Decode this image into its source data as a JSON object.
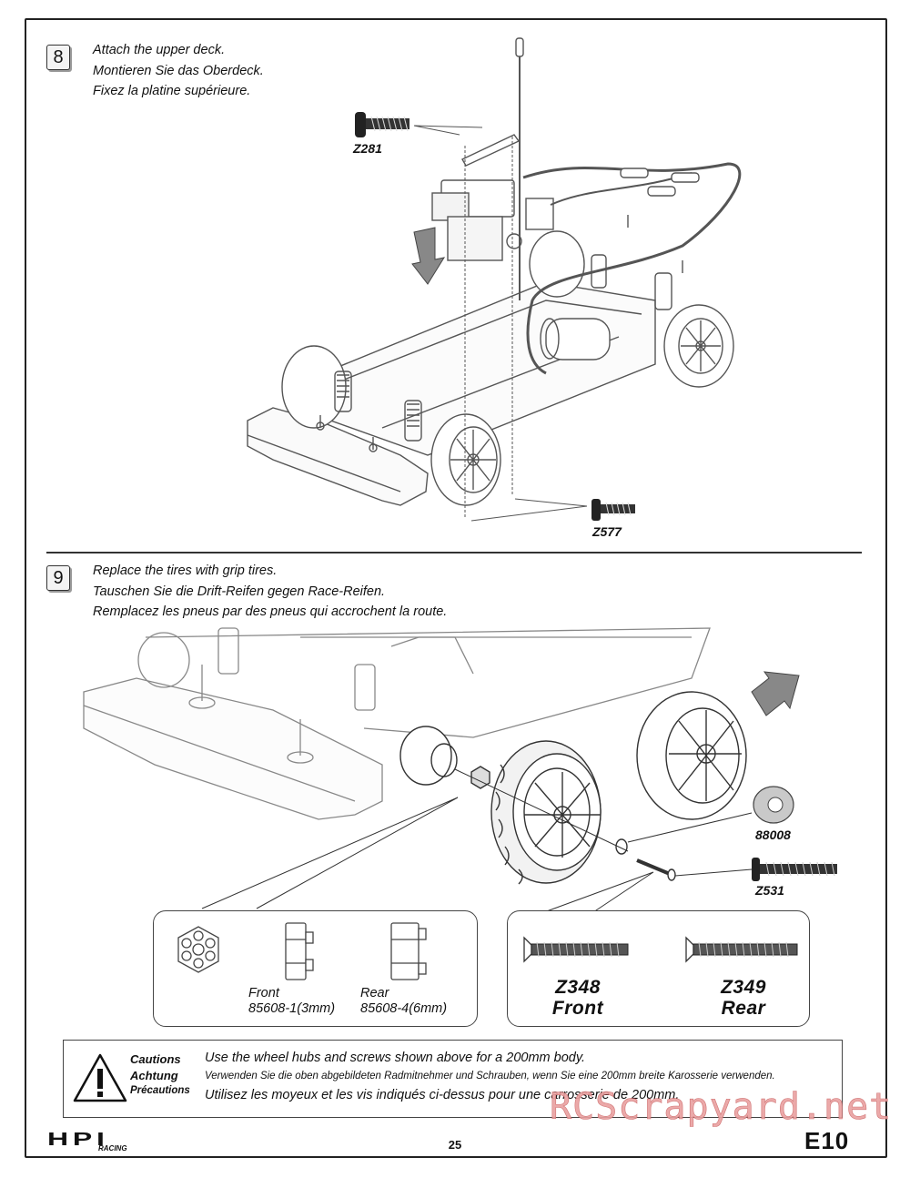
{
  "step8": {
    "number": "8",
    "lines": [
      "Attach the upper deck.",
      "Montieren Sie das Oberdeck.",
      "Fixez la platine supérieure."
    ],
    "part_a": "Z281",
    "part_b": "Z577"
  },
  "step9": {
    "number": "9",
    "lines": [
      "Replace the tires with grip tires.",
      "Tauschen Sie die Drift-Reifen gegen Race-Reifen.",
      "Remplacez les pneus par des pneus qui accrochent la route."
    ],
    "part_washer": "88008",
    "part_screw": "Z531",
    "hub_front_name": "Front",
    "hub_front_code": "85608-1(3mm)",
    "hub_rear_name": "Rear",
    "hub_rear_code": "85608-4(6mm)",
    "screw_front_code": "Z348",
    "screw_front_name": "Front",
    "screw_rear_code": "Z349",
    "screw_rear_name": "Rear"
  },
  "caution": {
    "label_en": "Cautions",
    "label_de": "Achtung",
    "label_fr": "Précautions",
    "text_en": "Use the wheel hubs and screws shown above for a 200mm body.",
    "text_de": "Verwenden Sie die oben abgebildeten Radmitnehmer und Schrauben, wenn Sie eine 200mm breite Karosserie verwenden.",
    "text_fr": "Utilisez les moyeux et les vis indiqués ci-dessus pour une carrosserie de 200mm."
  },
  "footer": {
    "page_number": "25",
    "brand_left": "HPI",
    "brand_left_sub": "RACING",
    "brand_right": "E10"
  },
  "watermark": "RCScrapyard.net"
}
